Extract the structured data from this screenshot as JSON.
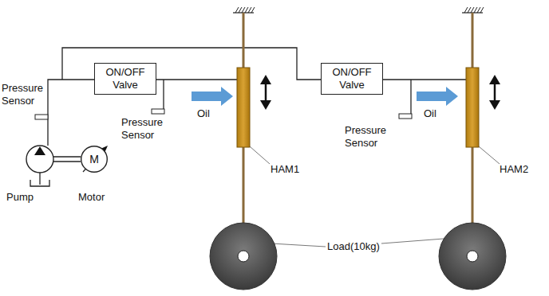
{
  "diagram": {
    "nodes": [
      {
        "text": [
          "ON/OFF Valve"
        ]
      },
      {
        "text": [
          "ON/OFF Valve"
        ]
      },
      {
        "text": [
          "M"
        ]
      }
    ],
    "labels": [
      "Pressure Sensor",
      "Oil",
      "Pressure Sensor",
      "Oil",
      "Pressure Sensor",
      "Pump",
      "Motor",
      "HAM1",
      "HAM2",
      "Load(10kg)"
    ]
  }
}
